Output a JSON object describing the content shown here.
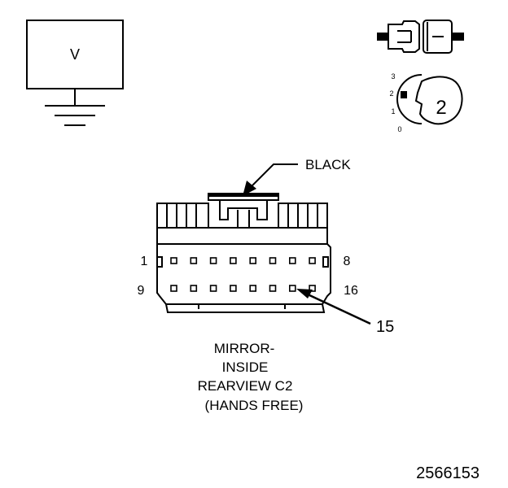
{
  "meter": {
    "symbol": "V"
  },
  "selector": {
    "positions": [
      "3",
      "2",
      "1",
      "0"
    ],
    "selected": "2"
  },
  "connector": {
    "color_label": "BLACK",
    "top_row_start": "1",
    "top_row_end": "8",
    "bottom_row_start": "9",
    "bottom_row_end": "16",
    "callout_pin": "15",
    "caption_lines": [
      "MIRROR-",
      "INSIDE",
      "REARVIEW C2",
      "(HANDS FREE)"
    ]
  },
  "figure_id": "2566153"
}
